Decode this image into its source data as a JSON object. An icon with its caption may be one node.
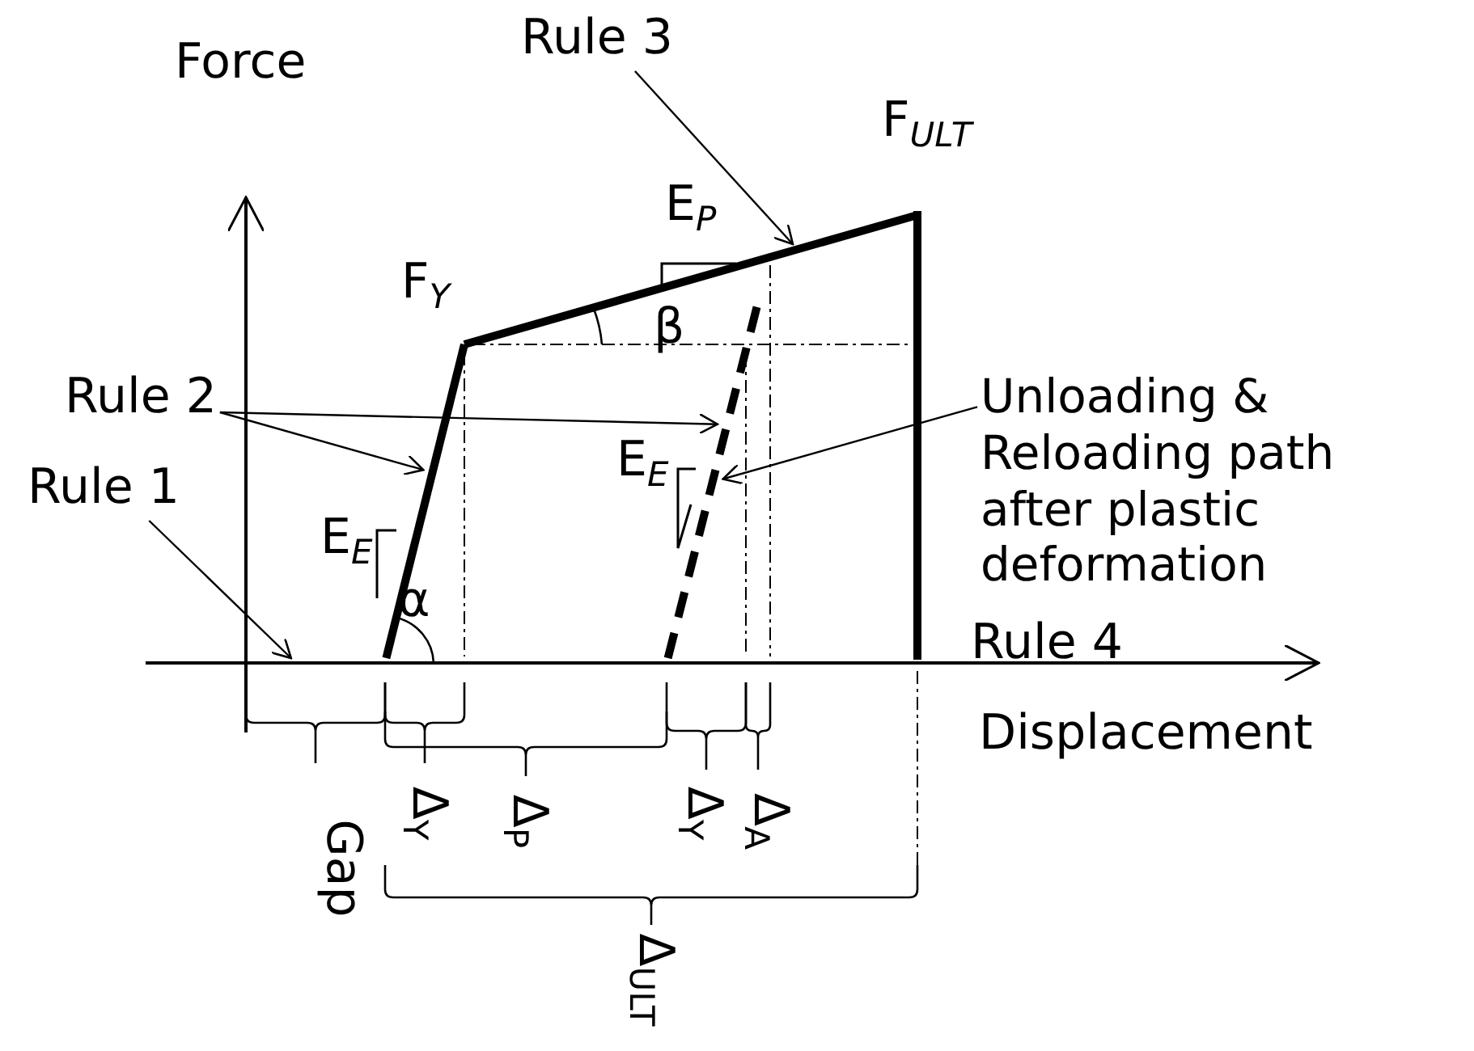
{
  "diagram": {
    "nodes": [
      {
        "text": [
          "Rule 3"
        ]
      },
      {
        "text": [
          "Rule 2"
        ]
      },
      {
        "text": [
          "Rule 1"
        ]
      },
      {
        "text": [
          "Unloading & Reloading path after plastic deformation"
        ]
      },
      {
        "text": [],
        "shape": "line"
      },
      {
        "text": [],
        "shape": "line"
      },
      {
        "text": [],
        "shape": "line"
      },
      {
        "text": [],
        "shape": "line"
      },
      {
        "text": [],
        "shape": "line"
      }
    ],
    "edges": [
      {
        "from": 0,
        "to": 5,
        "arrow": "to"
      },
      {
        "from": 1,
        "to": 4,
        "arrow": "to"
      },
      {
        "from": 1,
        "to": 6,
        "arrow": "to"
      },
      {
        "from": 2,
        "to": 7,
        "arrow": "to"
      },
      {
        "from": 3,
        "to": 6,
        "arrow": "to"
      }
    ],
    "labels": [
      "Force",
      "Displacement",
      "F$_{Y}$",
      "F$_{ULT}$",
      "E$_{P}$",
      "β",
      "E$_{E}$",
      "α",
      "E$_{E}$",
      "Rule 4",
      "Gap",
      "Δ$_{Y}$",
      "Δ$_{P}$",
      "Δ$_{Y}$",
      "Δ$_{A}$",
      "Δ$_{ULT}$"
    ]
  }
}
